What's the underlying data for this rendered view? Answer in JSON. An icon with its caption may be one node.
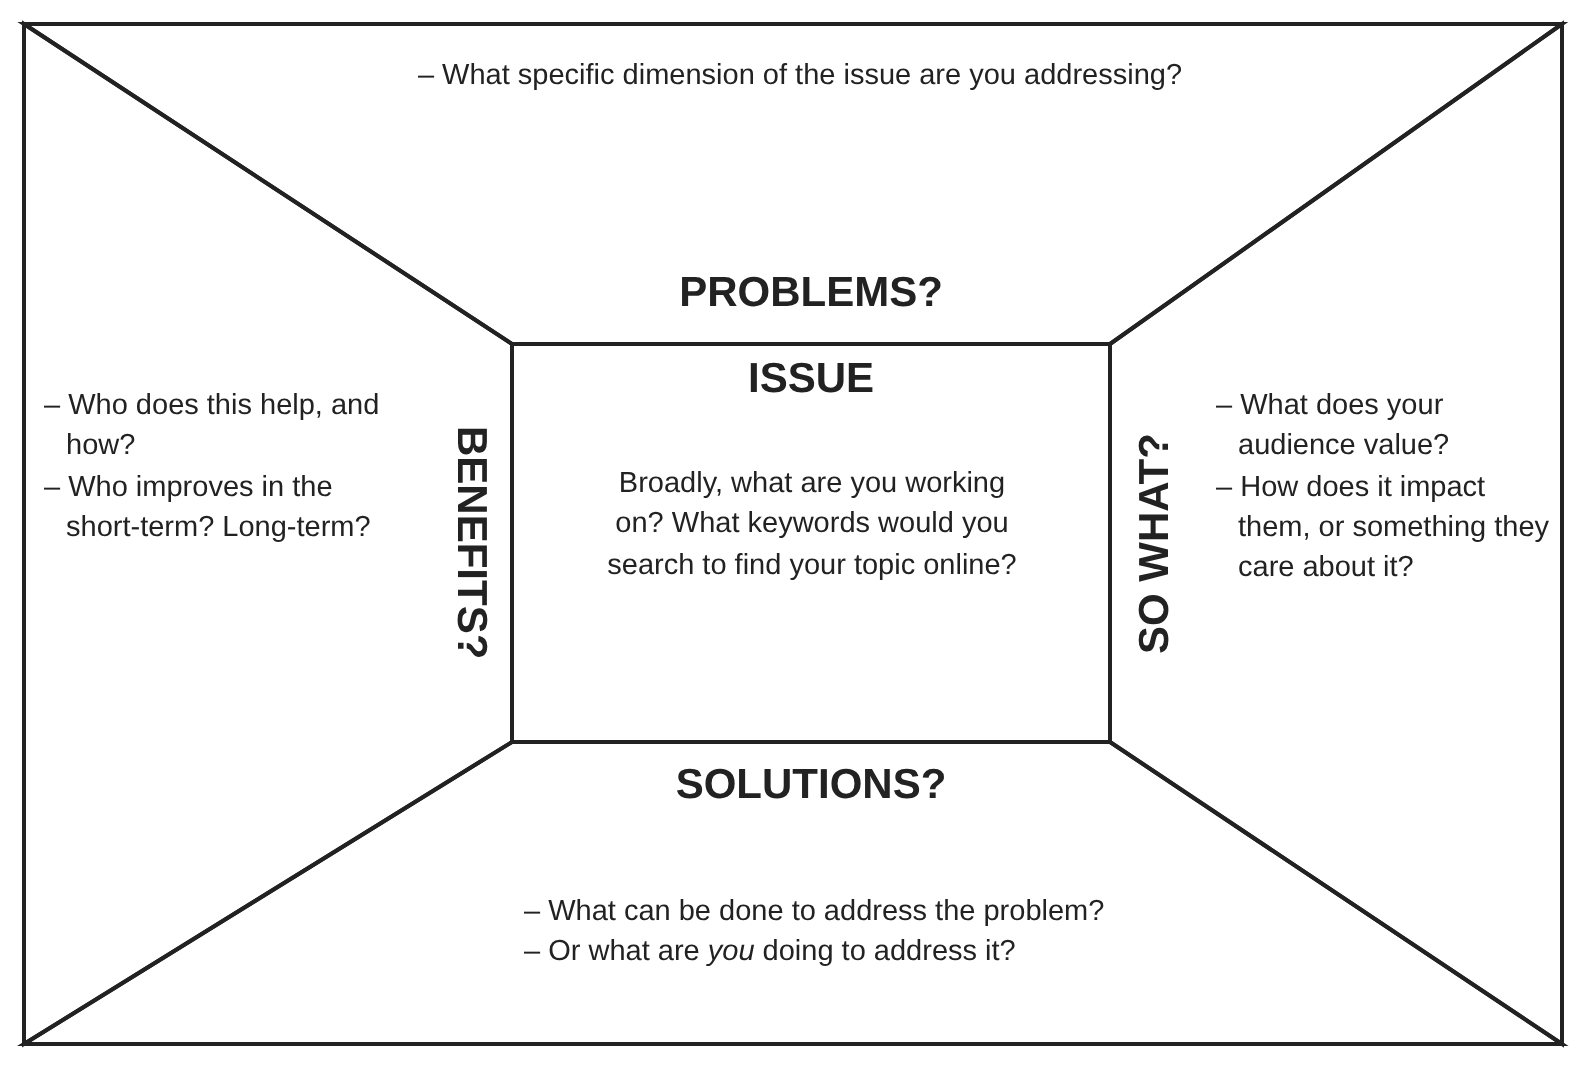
{
  "diagram": {
    "nodes": [
      {
        "text": [
          "– What specific dimension of the issue are you addressing?",
          "PROBLEMS?"
        ]
      },
      {
        "text": [
          "BENEFITS?",
          "– Who does this help, and how?",
          "– Who improves in the short-term? Long-term?"
        ]
      },
      {
        "text": [
          "ISSUE",
          "Broadly, what are you working on? What keywords would you search to find your topic online?"
        ]
      },
      {
        "text": [
          "SO WHAT?",
          "– What does your audience value?",
          "– How does it impact them, or something they care about it?"
        ]
      },
      {
        "text": [
          "SOLUTIONS?",
          "– What can be done to address the problem?",
          "– Or what are *you* doing to address it?"
        ]
      }
    ]
  }
}
